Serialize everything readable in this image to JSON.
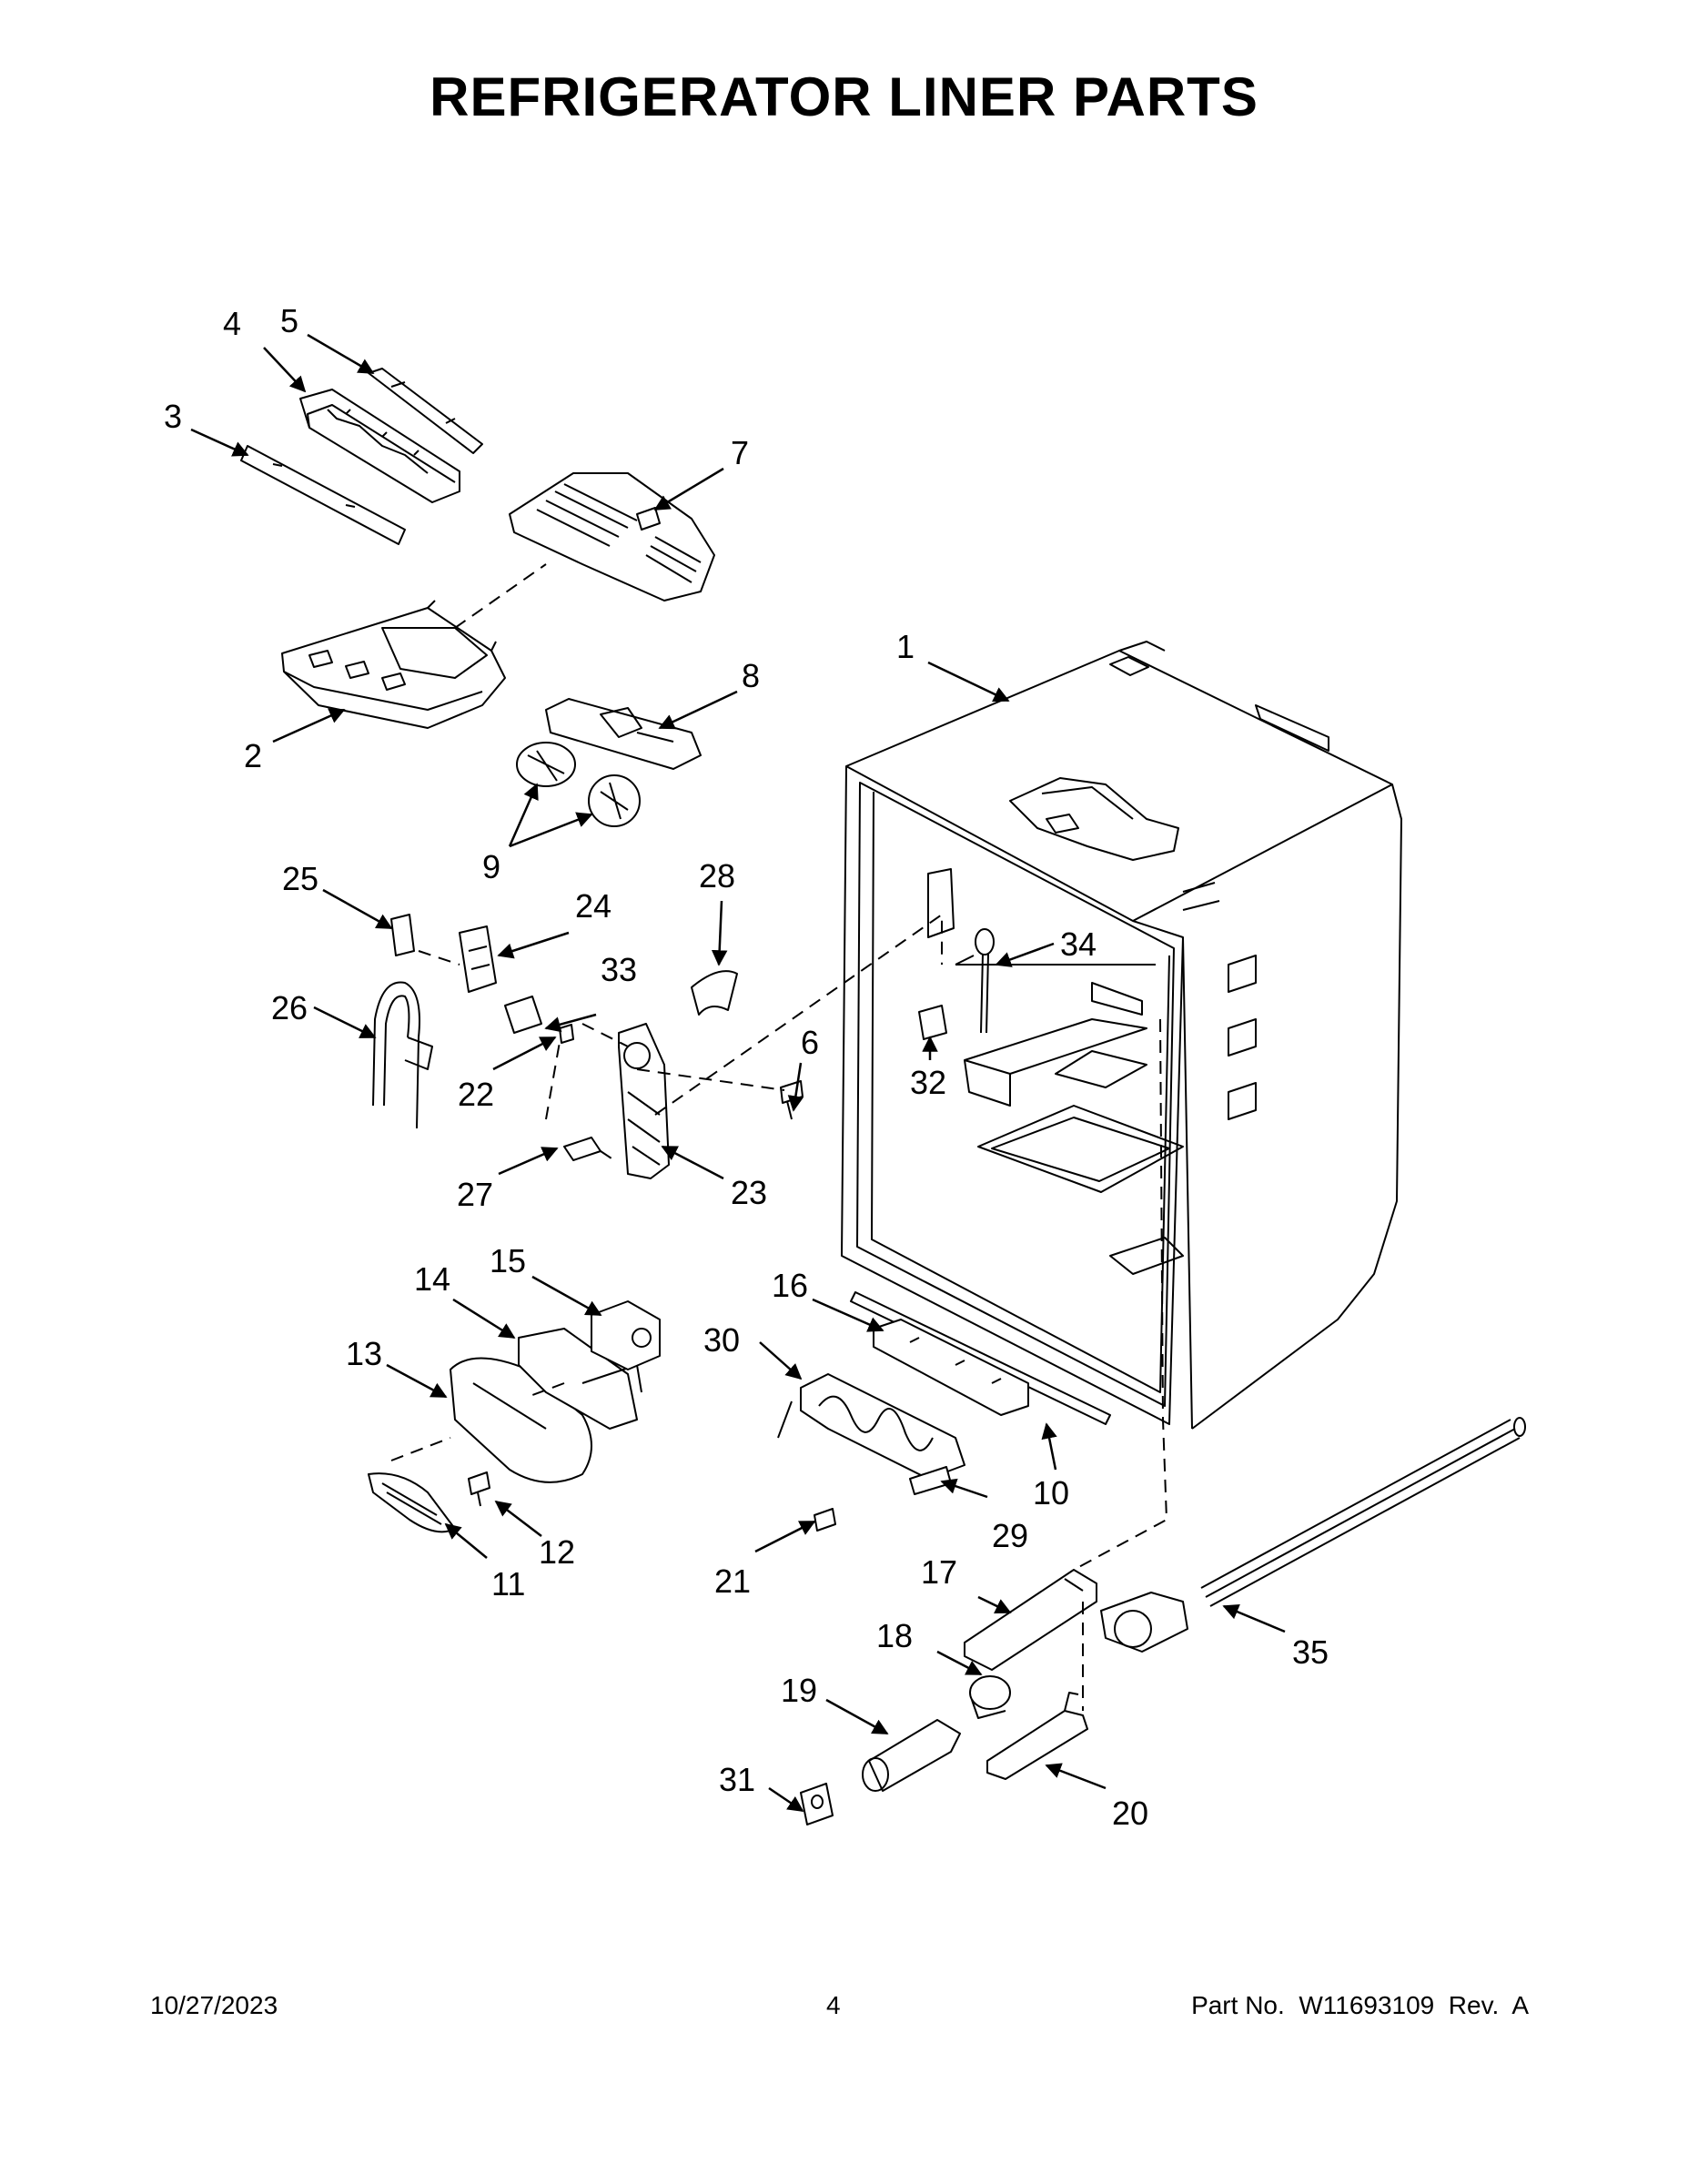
{
  "title": "REFRIGERATOR LINER PARTS",
  "callouts": {
    "c1": "1",
    "c2": "2",
    "c3": "3",
    "c4": "4",
    "c5": "5",
    "c6": "6",
    "c7": "7",
    "c8": "8",
    "c9": "9",
    "c10": "10",
    "c11": "11",
    "c12": "12",
    "c13": "13",
    "c14": "14",
    "c15": "15",
    "c16": "16",
    "c17": "17",
    "c18": "18",
    "c19": "19",
    "c20": "20",
    "c21": "21",
    "c22": "22",
    "c23": "23",
    "c24": "24",
    "c25": "25",
    "c26": "26",
    "c27": "27",
    "c28": "28",
    "c29": "29",
    "c30": "30",
    "c31": "31",
    "c32": "32",
    "c33": "33",
    "c34": "34",
    "c35": "35"
  },
  "footer": {
    "date": "10/27/2023",
    "page": "4",
    "part": "Part No.  W11693109  Rev.  A"
  }
}
